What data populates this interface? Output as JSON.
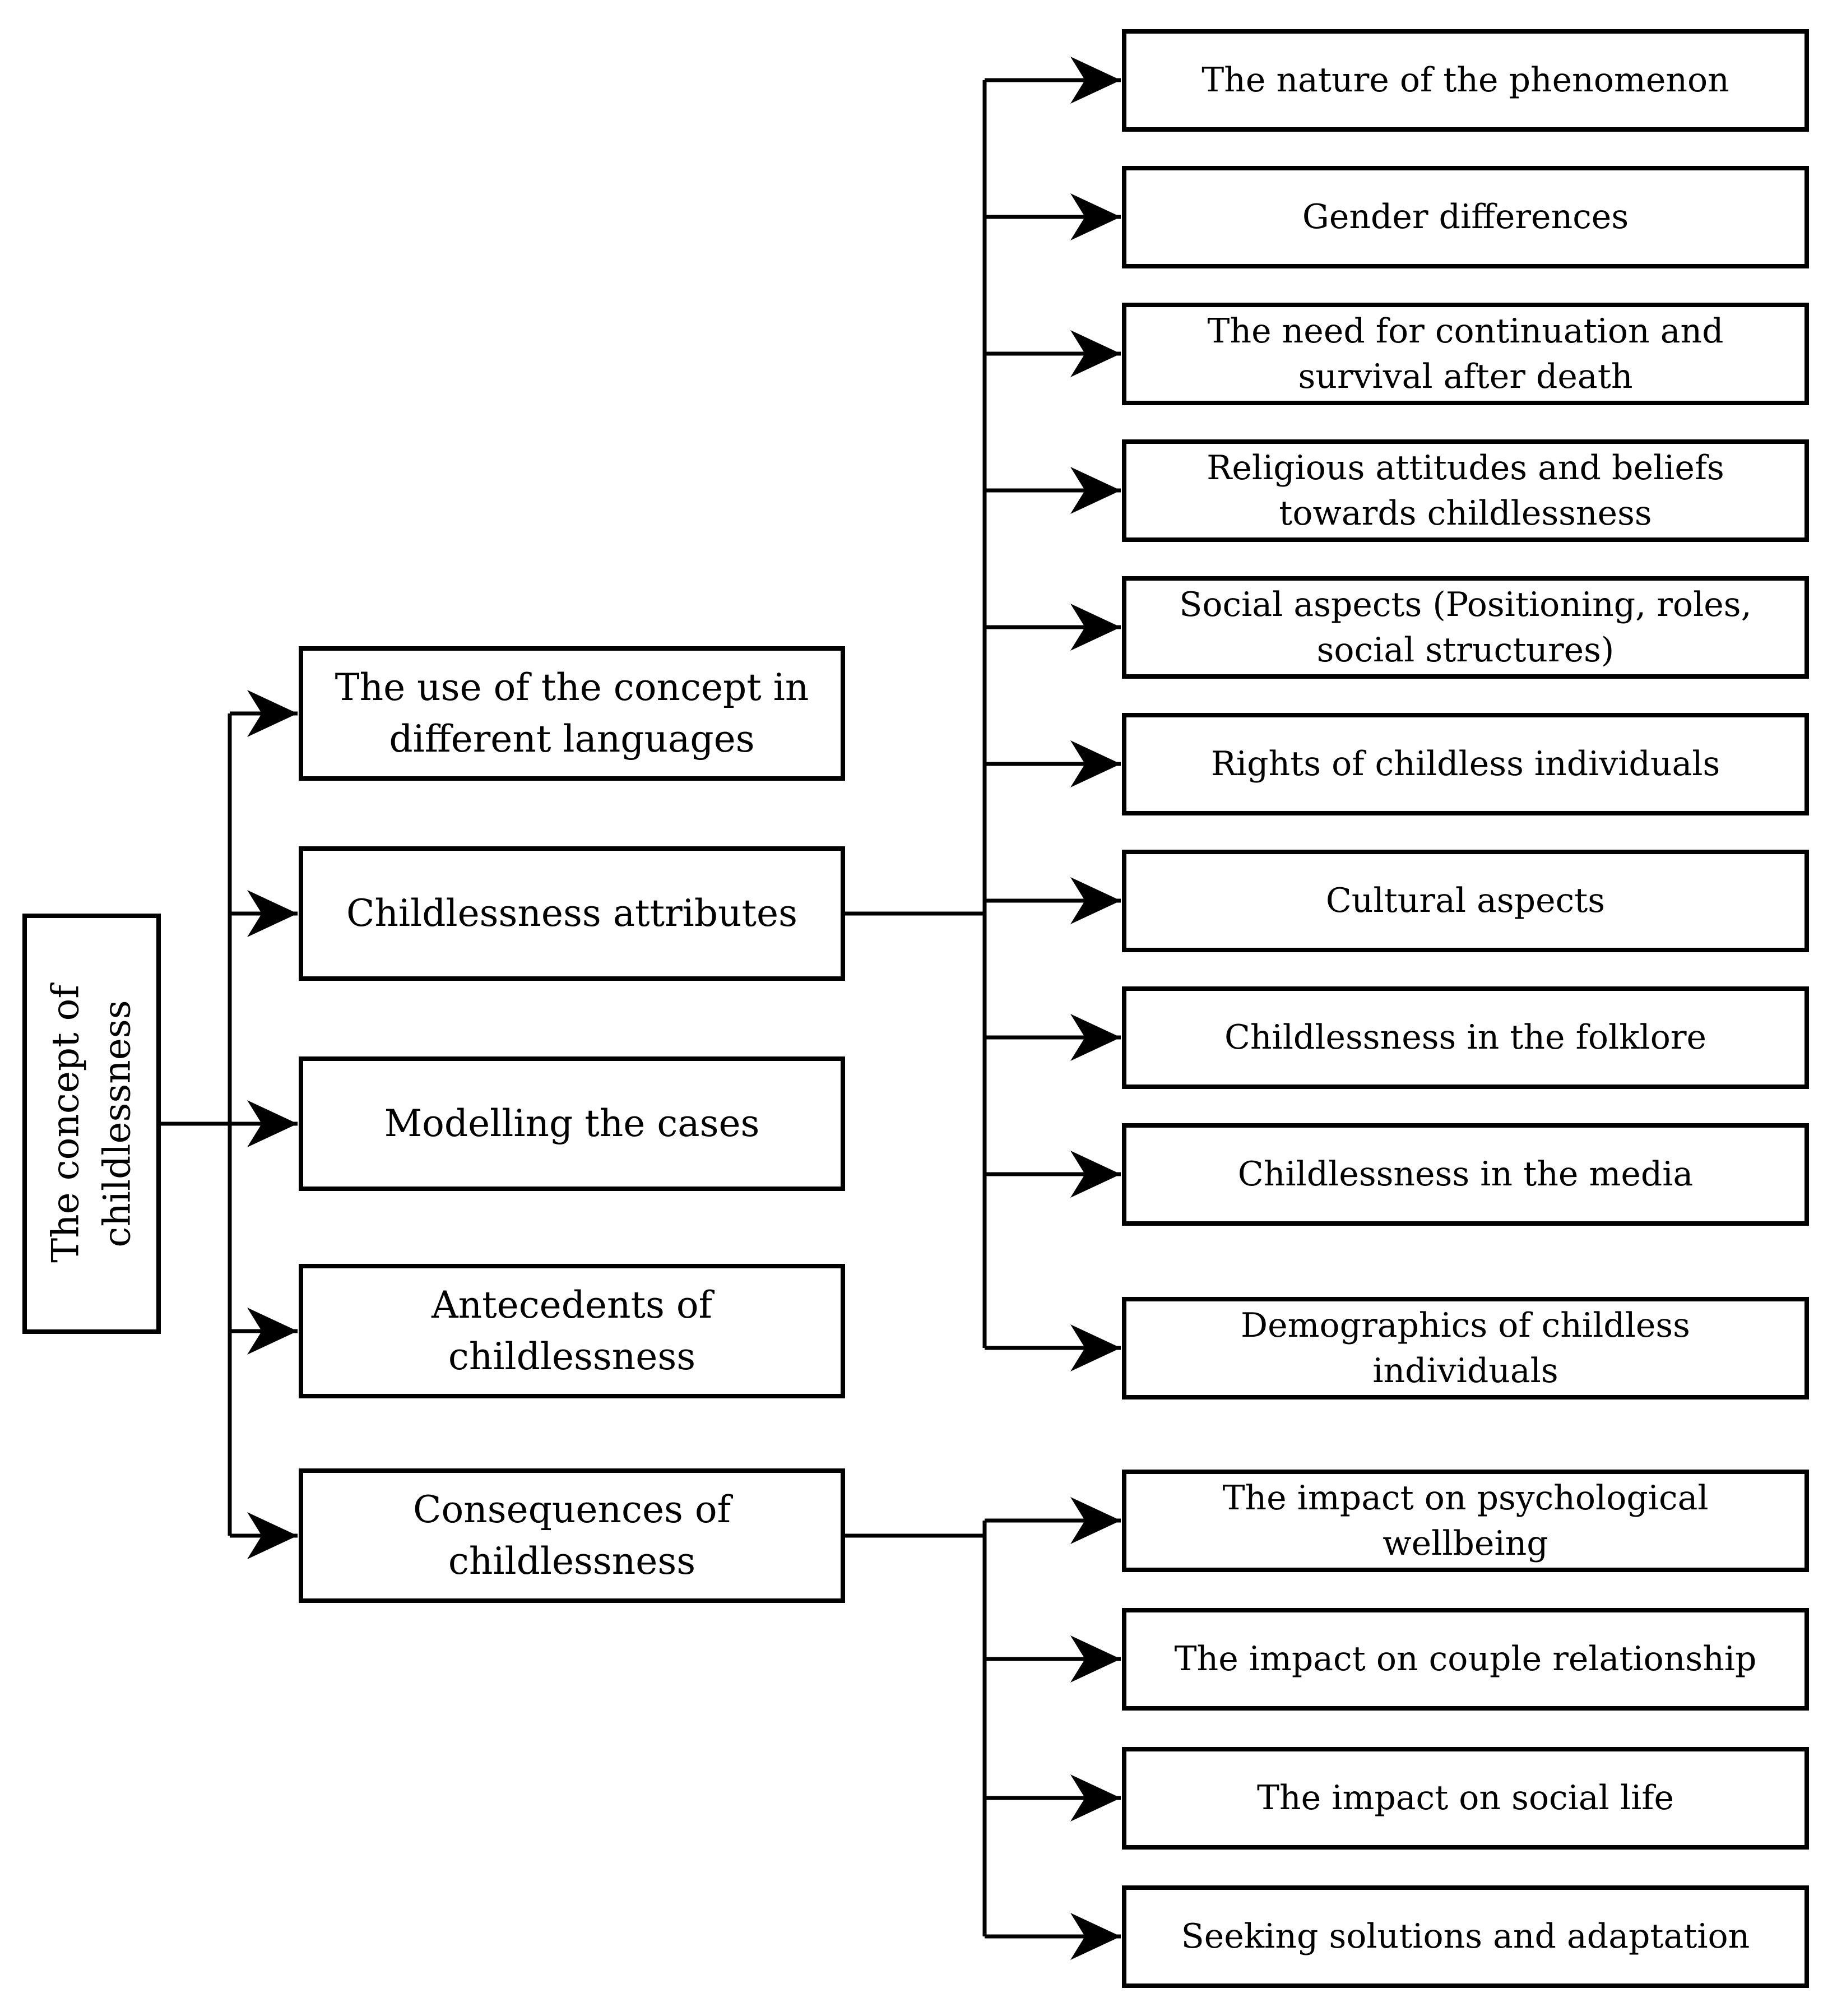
{
  "root": {
    "label": "The concept of\nchildlessness"
  },
  "level1": [
    {
      "label": "The use of the concept in\ndifferent languages"
    },
    {
      "label": "Childlessness attributes"
    },
    {
      "label": "Modelling the cases"
    },
    {
      "label": "Antecedents of childlessness"
    },
    {
      "label": "Consequences of\nchildlessness"
    }
  ],
  "attributes_children": [
    {
      "label": "The nature of the phenomenon"
    },
    {
      "label": "Gender differences"
    },
    {
      "label": "The need for continuation and\nsurvival after death"
    },
    {
      "label": "Religious attitudes and beliefs\ntowards childlessness"
    },
    {
      "label": "Social aspects (Positioning, roles,\nsocial structures)"
    },
    {
      "label": "Rights of childless individuals"
    },
    {
      "label": "Cultural aspects"
    },
    {
      "label": "Childlessness in the folklore"
    },
    {
      "label": "Childlessness in the media"
    },
    {
      "label": "Demographics of childless\nindividuals"
    }
  ],
  "consequences_children": [
    {
      "label": "The impact on psychological\nwellbeing"
    },
    {
      "label": "The impact on couple relationship"
    },
    {
      "label": "The impact on social life"
    },
    {
      "label": "Seeking solutions and adaptation"
    }
  ],
  "colors": {
    "stroke": "#000000",
    "background": "#ffffff",
    "text": "#000000"
  }
}
